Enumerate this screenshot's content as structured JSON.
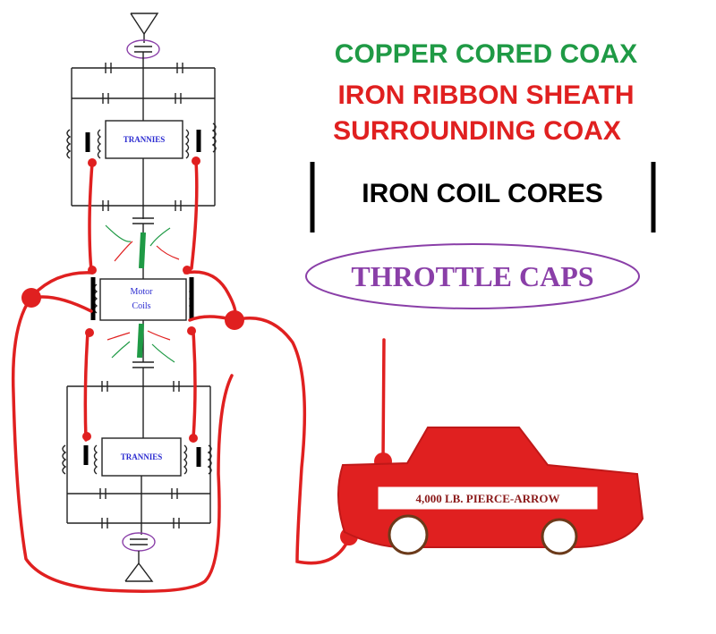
{
  "legend": {
    "copper": "COPPER CORED COAX",
    "iron_line1": "IRON RIBBON SHEATH",
    "iron_line2": "SURROUNDING COAX",
    "cores": "IRON COIL CORES",
    "throttle": "THROTTLE CAPS"
  },
  "circuit": {
    "tranny_top": "TRANNIES",
    "tranny_bottom": "TRANNIES",
    "motor_line1": "Motor",
    "motor_line2": "Coils"
  },
  "car": {
    "label": "4,000 LB. PIERCE-ARROW"
  },
  "colors": {
    "copper_green": "#1f9a45",
    "iron_red": "#e02020",
    "core_black": "#000000",
    "throttle_purple": "#8a3fa8",
    "trannies_blue": "#2a2ad0",
    "schematic_ink": "#222222"
  }
}
